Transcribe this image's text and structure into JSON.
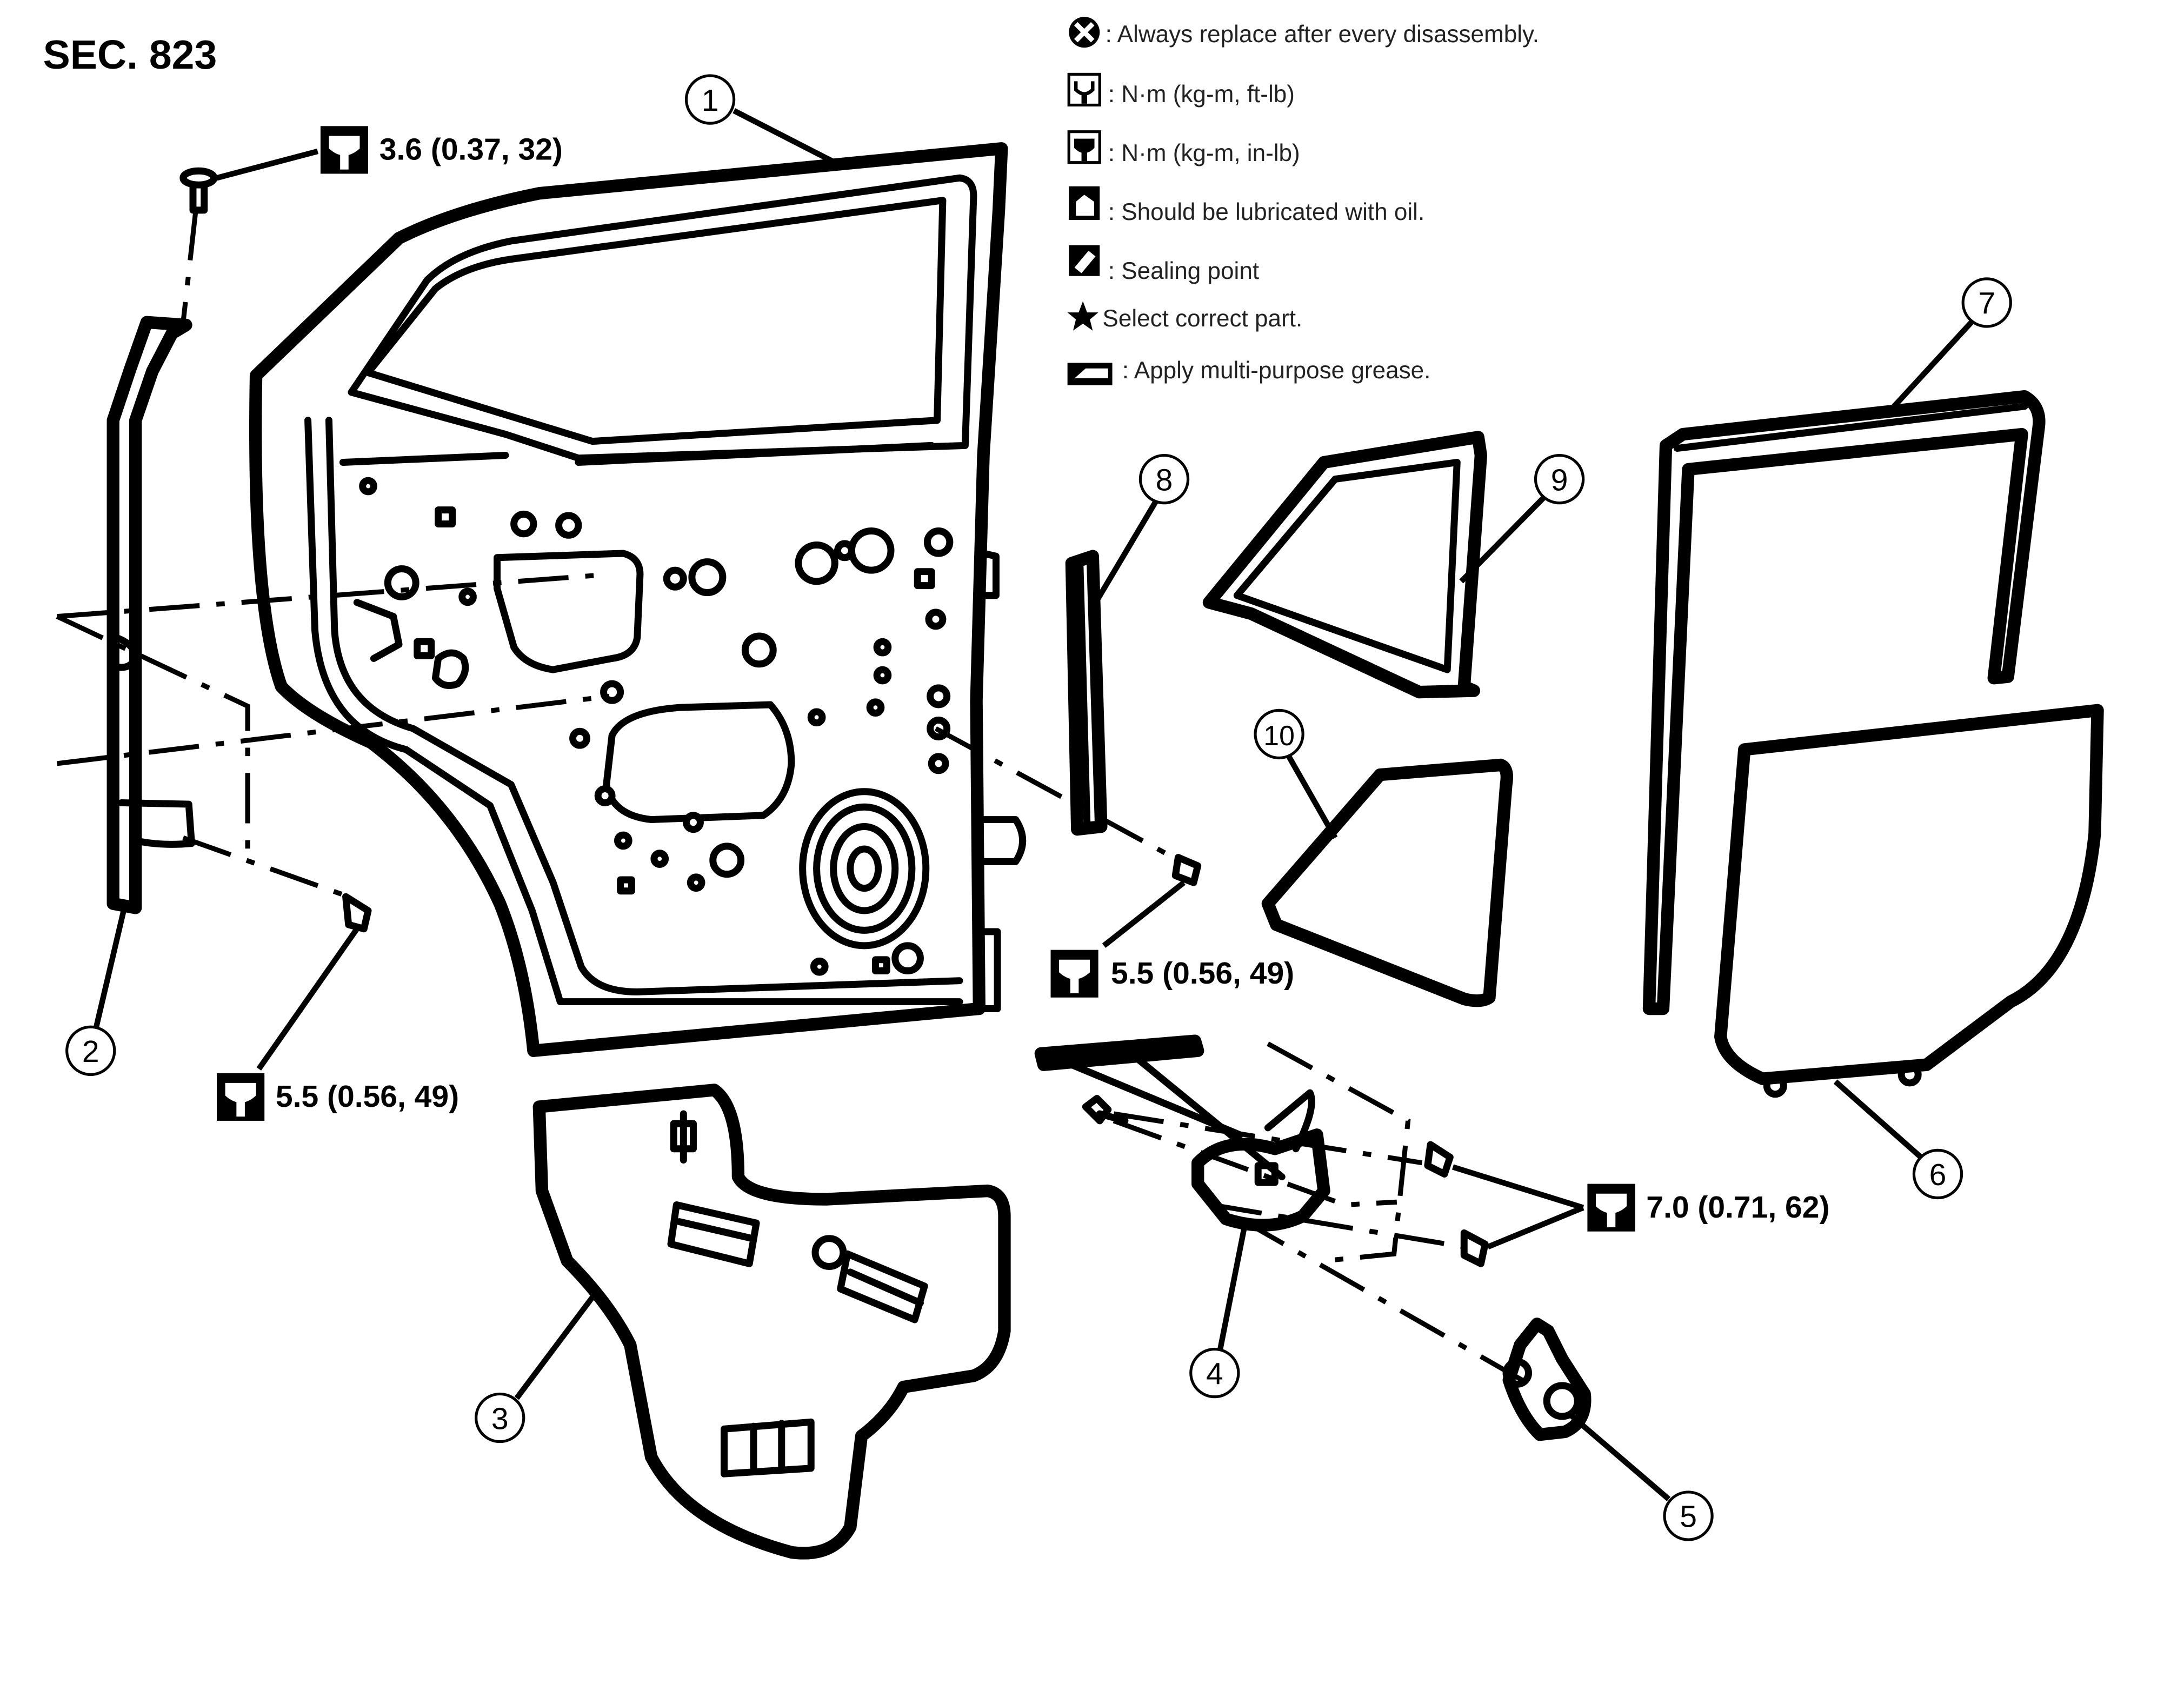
{
  "section_label": "SEC. 823",
  "legend": [
    {
      "icon": "always-replace-icon",
      "text": ": Always replace after every disassembly."
    },
    {
      "icon": "torque-wrench-icon",
      "text": ": N·m (kg-m, ft-lb)"
    },
    {
      "icon": "torque-wrench-icon",
      "text": ": N·m (kg-m, in-lb)"
    },
    {
      "icon": "oil-can-icon",
      "text": ": Should be lubricated with oil."
    },
    {
      "icon": "sealing-point-icon",
      "text": ": Sealing point"
    },
    {
      "icon": "star-icon",
      "text": "Select correct part."
    },
    {
      "icon": "grease-icon",
      "text": ": Apply multi-purpose grease."
    }
  ],
  "torque_specs": [
    {
      "id": "t1",
      "text": "3.6 (0.37, 32)"
    },
    {
      "id": "t2",
      "text": "5.5 (0.56, 49)"
    },
    {
      "id": "t3",
      "text": "5.5 (0.56, 49)"
    },
    {
      "id": "t4",
      "text": "7.0 (0.71, 62)"
    }
  ],
  "callouts": [
    "1",
    "2",
    "3",
    "4",
    "5",
    "6",
    "7",
    "8",
    "9",
    "10"
  ]
}
